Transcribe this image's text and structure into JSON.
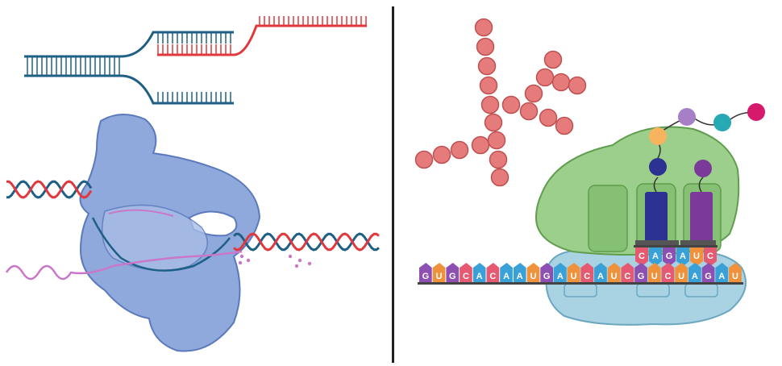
{
  "left_panel": {
    "dna_strand_colors": {
      "template": "#1e5f86",
      "new": "#e0383c"
    },
    "polymerase_color": "#8fa9dc",
    "mrna_color": "#c978c9"
  },
  "right_panel": {
    "ribosome_large_color": "#9ccf8b",
    "ribosome_small_color": "#a9d2e2",
    "protein_bead_color": "#e57b7b",
    "mrna_sequence": [
      "G",
      "U",
      "G",
      "C",
      "A",
      "C",
      "A",
      "A",
      "U",
      "G",
      "A",
      "U",
      "C",
      "A",
      "U",
      "C",
      "G",
      "U",
      "C",
      "U",
      "A",
      "G",
      "A",
      "U"
    ],
    "anticodon": [
      "C",
      "A",
      "G",
      "A",
      "U",
      "C"
    ],
    "base_colors": {
      "A": "#3aa1d8",
      "U": "#f0923b",
      "G": "#8e4fb3",
      "C": "#e55a70"
    },
    "trna_colors": [
      "#2c3291",
      "#7b3a9a"
    ],
    "peptide_bead_colors": [
      "#f7b35e",
      "#2c3291",
      "#7b3a9a",
      "#a77fc7",
      "#27a8b5",
      "#d6196b"
    ]
  }
}
